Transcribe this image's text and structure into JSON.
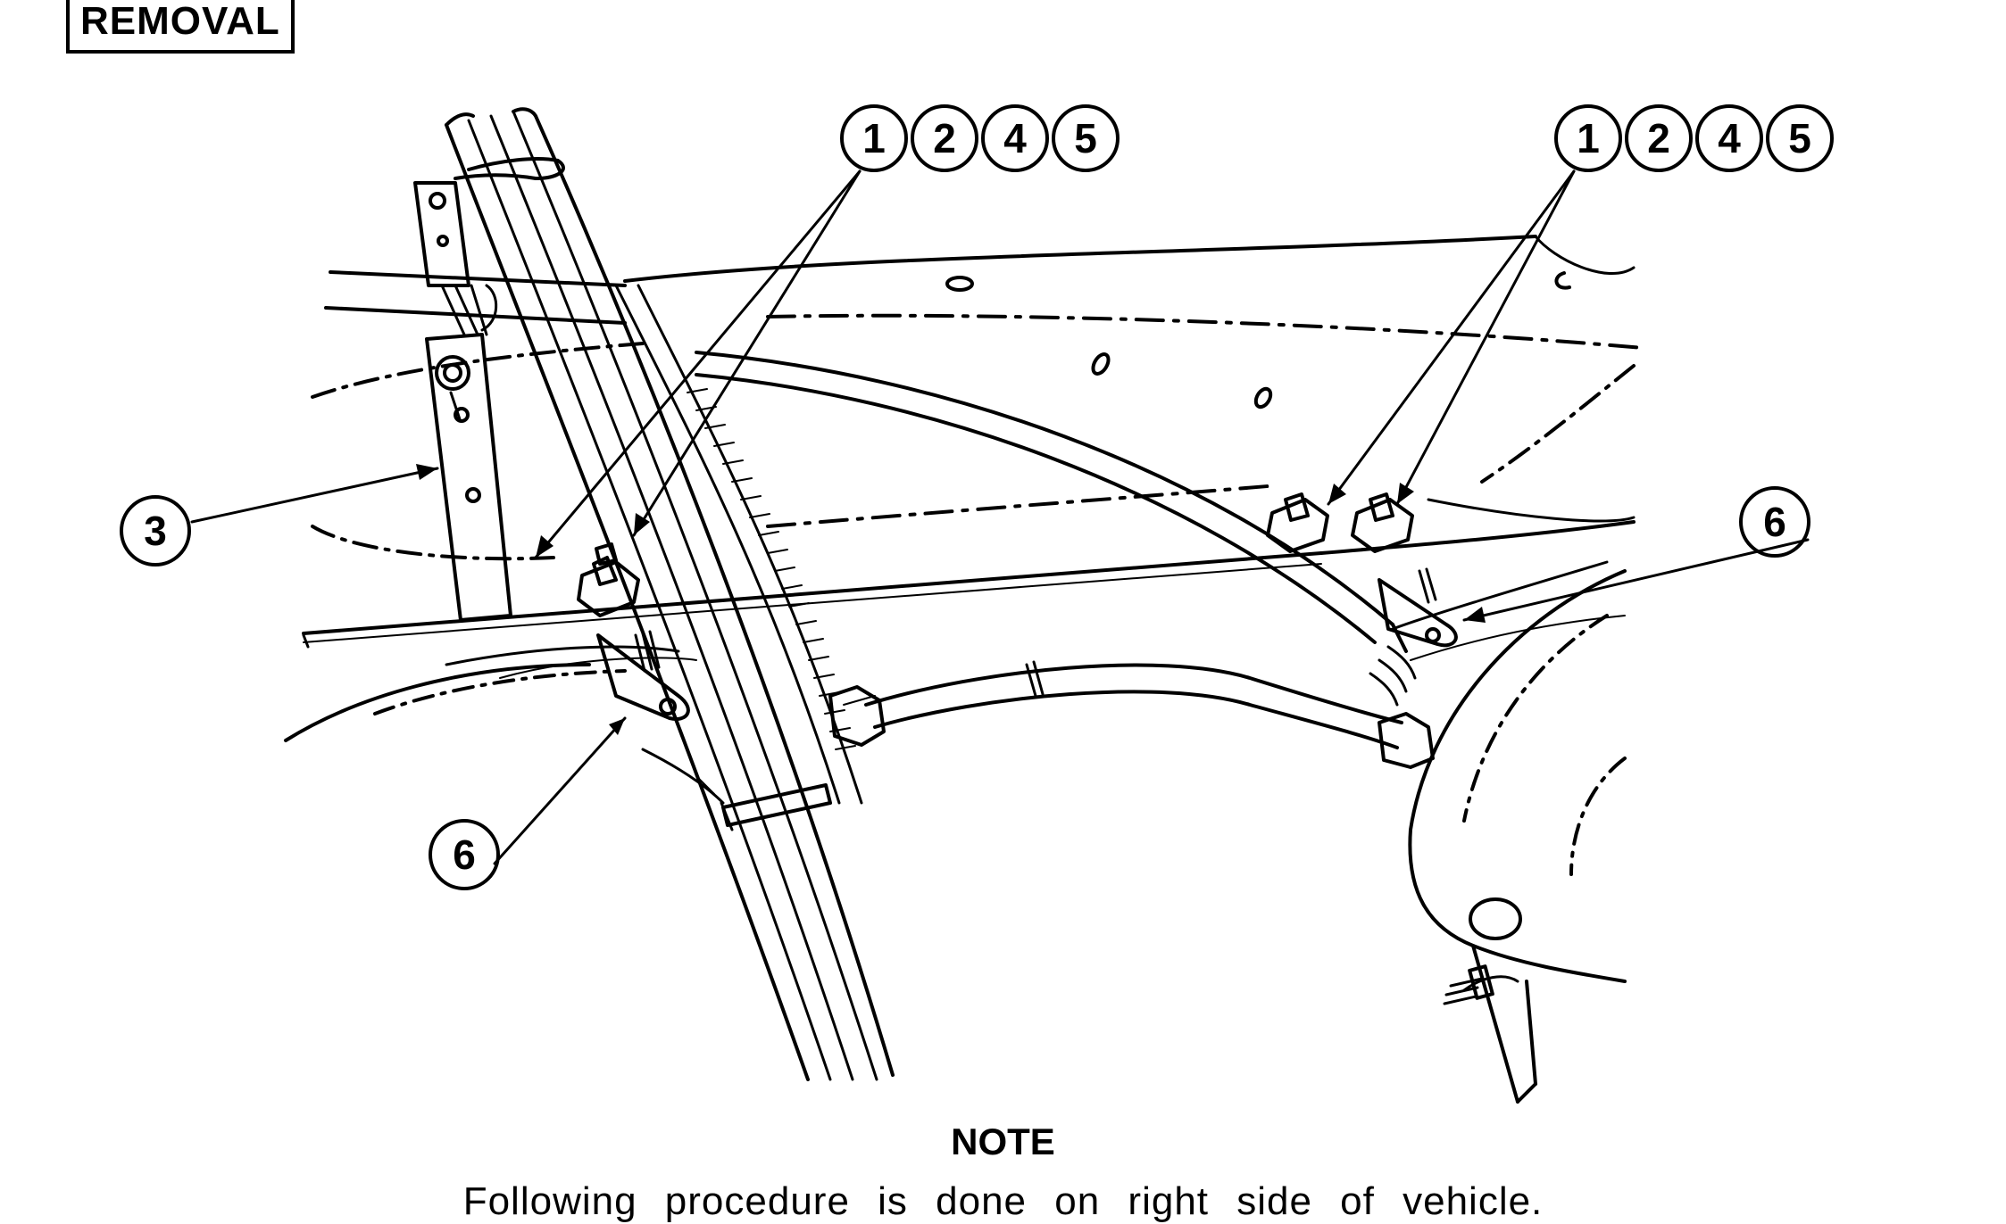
{
  "header": {
    "label": "REMOVAL"
  },
  "callouts": {
    "left_group": [
      "1",
      "2",
      "4",
      "5"
    ],
    "right_group": [
      "1",
      "2",
      "4",
      "5"
    ],
    "item3": "3",
    "item6_left": "6",
    "item6_right": "6"
  },
  "note": {
    "title": "NOTE",
    "text": "Following procedure is done on right side of vehicle."
  }
}
